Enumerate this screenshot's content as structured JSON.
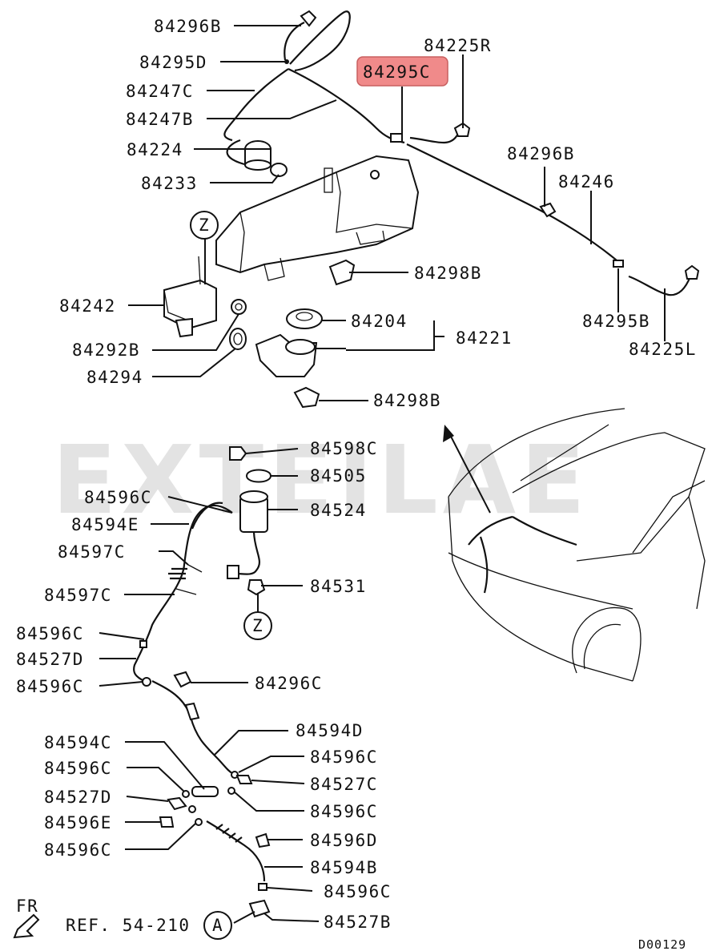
{
  "watermark": "EXTEILAE",
  "highlight_color": "#f08a8a",
  "labels": {
    "p84296B_top": "84296B",
    "p84295D": "84295D",
    "p84247C": "84247C",
    "p84247B": "84247B",
    "p84224": "84224",
    "p84233": "84233",
    "p84225R": "84225R",
    "p84295C": "84295C",
    "p84296B_right": "84296B",
    "p84246": "84246",
    "p84298B_a": "84298B",
    "p84242": "84242",
    "p84292B": "84292B",
    "p84294": "84294",
    "p84204": "84204",
    "p84221": "84221",
    "p84295B": "84295B",
    "p84225L": "84225L",
    "p84298B_b": "84298B",
    "p84598C": "84598C",
    "p84505": "84505",
    "p84596C_1": "84596C",
    "p84524": "84524",
    "p84594E": "84594E",
    "p84597C_1": "84597C",
    "p84597C_2": "84597C",
    "p84531": "84531",
    "p84596C_2": "84596C",
    "p84527D_1": "84527D",
    "p84596C_3": "84596C",
    "p84296C": "84296C",
    "p84594D": "84594D",
    "p84594C": "84594C",
    "p84596C_4": "84596C",
    "p84596C_5": "84596C",
    "p84527C": "84527C",
    "p84527D_2": "84527D",
    "p84596C_6": "84596C",
    "p84596E": "84596E",
    "p84596D": "84596D",
    "p84596C_7": "84596C",
    "p84594B": "84594B",
    "p84596C_8": "84596C",
    "p84527B": "84527B"
  },
  "callouts": {
    "z_top": "Z",
    "z_bottom": "Z",
    "a": "A"
  },
  "footer": {
    "fr": "FR",
    "ref": "REF. 54-210",
    "code": "D00129"
  }
}
